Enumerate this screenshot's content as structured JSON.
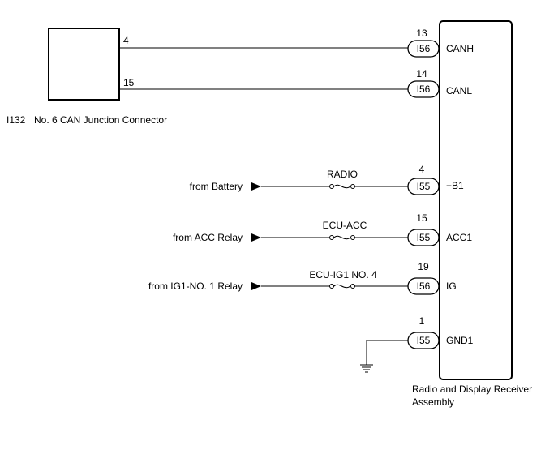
{
  "junction": {
    "id": "I132",
    "name": "No. 6 CAN Junction Connector",
    "pins": [
      "4",
      "15"
    ]
  },
  "receiver": {
    "name_line1": "Radio and Display Receiver",
    "name_line2": "Assembly"
  },
  "pins": [
    {
      "num": "13",
      "connector": "I56",
      "signal": "CANH"
    },
    {
      "num": "14",
      "connector": "I56",
      "signal": "CANL"
    },
    {
      "num": "4",
      "connector": "I55",
      "signal": "+B1"
    },
    {
      "num": "15",
      "connector": "I55",
      "signal": "ACC1"
    },
    {
      "num": "19",
      "connector": "I56",
      "signal": "IG"
    },
    {
      "num": "1",
      "connector": "I55",
      "signal": "GND1"
    }
  ],
  "sources": [
    {
      "label": "from Battery",
      "fuse": "RADIO"
    },
    {
      "label": "from ACC Relay",
      "fuse": "ECU-ACC"
    },
    {
      "label": "from IG1-NO. 1 Relay",
      "fuse": "ECU-IG1 NO. 4"
    }
  ],
  "icons": {
    "arrow": "arrow-right-icon",
    "fuse": "fuse-icon",
    "ground": "ground-icon"
  }
}
